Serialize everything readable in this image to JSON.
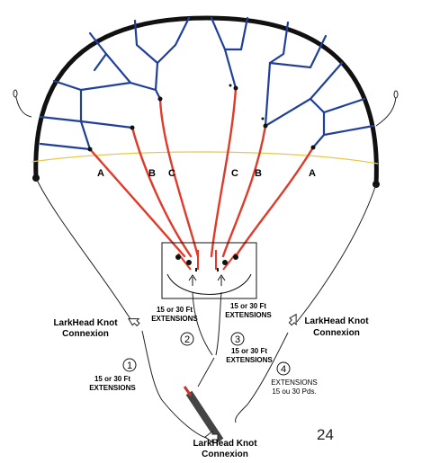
{
  "page_number": "24",
  "line_letters": {
    "left": [
      "A",
      "B",
      "C"
    ],
    "right": [
      "C",
      "B",
      "A"
    ]
  },
  "extension_labels": {
    "left_top_line1": "15 or 30 Ft",
    "left_top_line2": "EXTENSIONS",
    "right_top_line1": "15 or 30 Ft",
    "right_top_line2": "EXTENSIONS",
    "left_bottom_line1": "15 or 30 Ft",
    "left_bottom_line2": "EXTENSIONS",
    "right_bottom_line1": "EXTENSIONS",
    "right_bottom_line2": "15 ou 30 Pds."
  },
  "step_numbers": [
    "1",
    "2",
    "3",
    "4"
  ],
  "lark_head_labels": {
    "left_line1": "LarkHead Knot",
    "left_line2": "Connexion",
    "right_line1": "LarkHead Knot",
    "right_line2": "Connexion",
    "bottom_line1": "LarkHead Knot",
    "bottom_line2": "Connexion"
  },
  "colors": {
    "kite_edge": "#111111",
    "bridle_upper": "#1f3f9a",
    "bridle_lower": "#e03a2a",
    "guide_line": "#e8c84a",
    "flying_line": "#222222"
  }
}
